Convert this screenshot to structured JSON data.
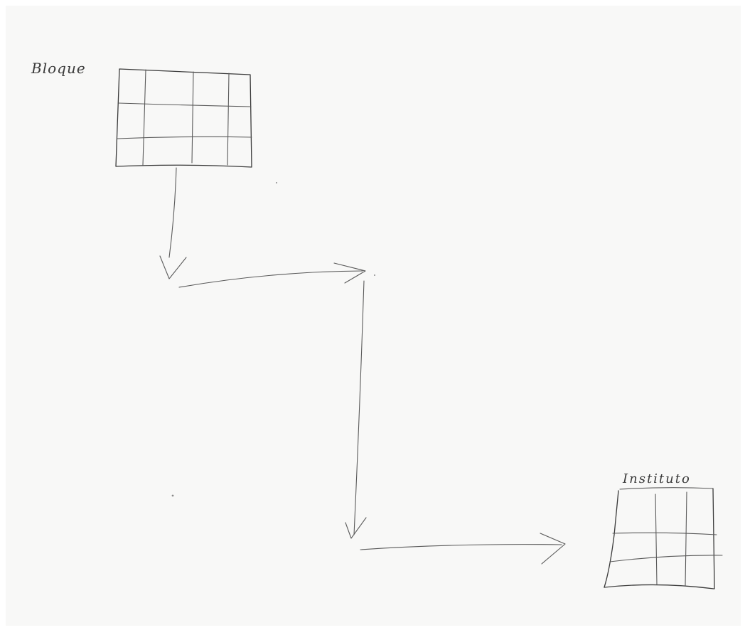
{
  "diagram": {
    "nodes": [
      {
        "id": "bloque",
        "label": "Bloque",
        "shape": "grid",
        "rows": 3,
        "cols": 4
      },
      {
        "id": "instituto",
        "label": "Instituto",
        "shape": "grid",
        "rows": 3,
        "cols": 3
      }
    ],
    "edges": [
      {
        "from": "bloque",
        "to": "instituto",
        "path": "down-right-down-right"
      }
    ]
  }
}
